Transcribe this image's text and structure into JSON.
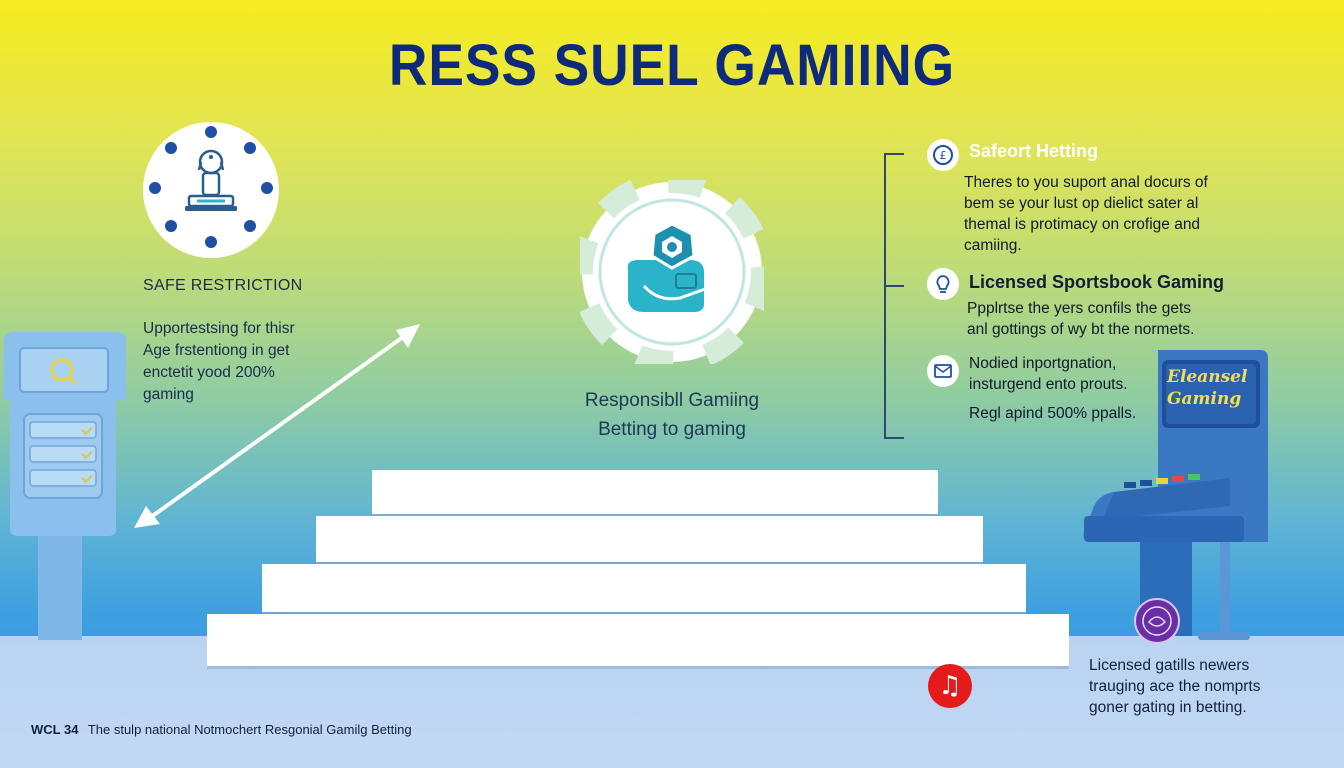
{
  "title": "RESS SUEL GAMIING",
  "left": {
    "heading": "SAFE RESTRICTION",
    "lines": [
      "Upportestsing for thisr",
      "Age frstentiong in get",
      "enctetit yood 200%",
      "gaming"
    ]
  },
  "center": {
    "caption_line1": "Responsibll Gamiing",
    "caption_line2": "Betting to gaming"
  },
  "right": {
    "items": [
      {
        "title": "Safeort Hetting",
        "icon": "coin-icon",
        "lines": [
          "Theres to you suport anal docurs of",
          "bem se your lust op dielict sater al",
          "themal is protimacy on crofige and",
          "camiing."
        ]
      },
      {
        "title": "Licensed Sportsbook Gaming",
        "icon": "bulb-icon",
        "lines": [
          "Ppplrtse the yers confils the gets",
          "anl gottings of wy bt the normets."
        ]
      },
      {
        "title": "",
        "icon": "mail-icon",
        "lines": [
          "Nodied inportgnation,",
          "insturgend ento prouts.",
          "",
          "Regl apind 500% ppalls."
        ]
      }
    ]
  },
  "arcade": {
    "screen_line1": "Eleansel",
    "screen_line2": "Gaming"
  },
  "bottom_right": {
    "lines": [
      "Licensed gatills newers",
      "trauging ace the nomprts",
      "goner gating in betting."
    ]
  },
  "footer": {
    "code": "WCL 34",
    "text": "The stulp national Notmochert Resgonial Gamilg Betting"
  },
  "colors": {
    "title": "#0e2a7a",
    "accent_blue": "#1f4fa3",
    "chip_teal": "#2bb3c9",
    "music_red": "#e51a1a",
    "seal_purple": "#6a2fa4"
  }
}
